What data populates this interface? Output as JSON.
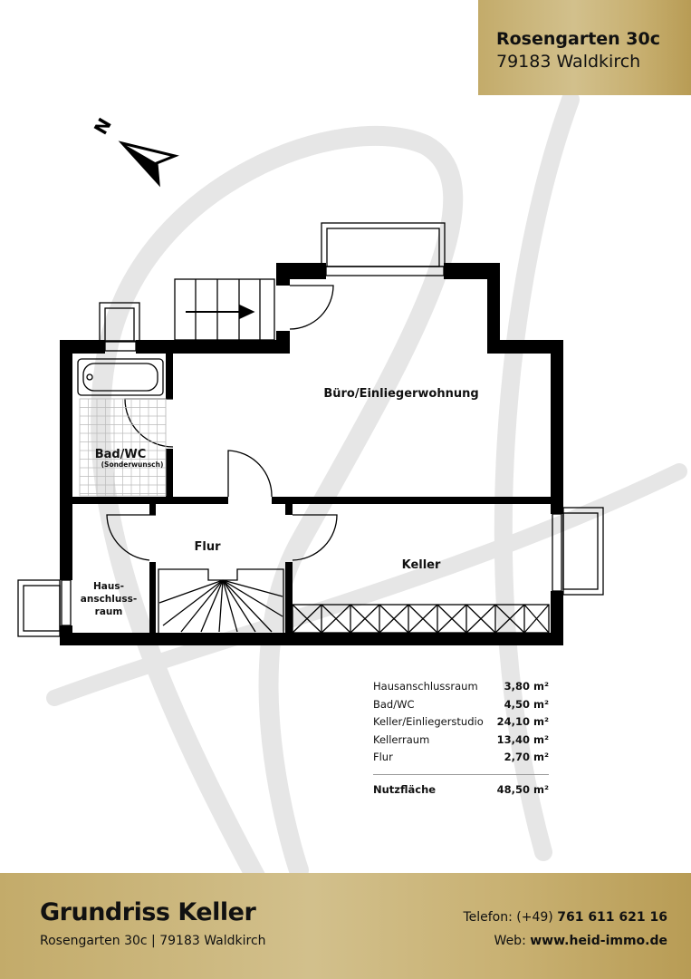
{
  "header": {
    "street": "Rosengarten 30c",
    "city": "79183 Waldkirch"
  },
  "compass": {
    "label": "N"
  },
  "rooms": {
    "buero": "Büro/Einliegerwohnung",
    "bad": "Bad/WC",
    "bad_note": "(Sonderwunsch)",
    "flur": "Flur",
    "keller": "Keller",
    "haus_1": "Haus-",
    "haus_2": "anschluss-",
    "haus_3": "raum"
  },
  "areas": {
    "rows": [
      {
        "name": "Hausanschlussraum",
        "value": "3,80 m²"
      },
      {
        "name": "Bad/WC",
        "value": "4,50 m²"
      },
      {
        "name": "Keller/Einliegerstudio",
        "value": "24,10 m²"
      },
      {
        "name": "Kellerraum",
        "value": "13,40 m²"
      },
      {
        "name": "Flur",
        "value": "2,70 m²"
      }
    ],
    "total_label": "Nutzfläche",
    "total_value": "48,50 m²"
  },
  "footer": {
    "title": "Grundriss Keller",
    "subtitle": "Rosengarten 30c | 79183 Waldkirch",
    "tel_label": "Telefon: (+49)",
    "tel_number": "761 611 621 16",
    "web_label": "Web:",
    "web_url": "www.heid-immo.de"
  },
  "colors": {
    "gold": "#c8b071",
    "wall": "#000000"
  }
}
